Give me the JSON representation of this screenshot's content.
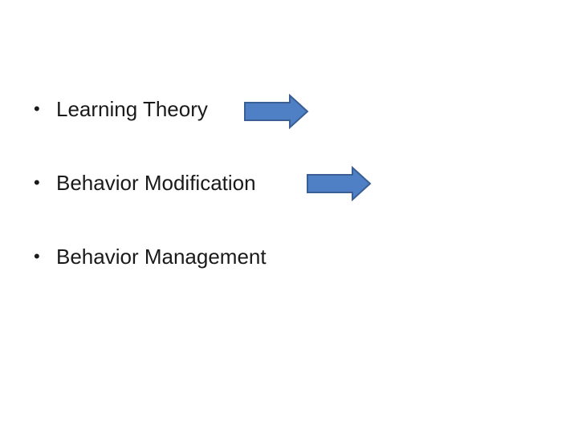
{
  "slide": {
    "bullet_symbol": "•",
    "items": [
      {
        "label": "Learning Theory",
        "has_arrow": true
      },
      {
        "label": "Behavior Modification",
        "has_arrow": true
      },
      {
        "label": "Behavior Management",
        "has_arrow": false
      }
    ],
    "arrow": {
      "icon": "right-arrow-icon",
      "fill_color": "#4f7fc4",
      "stroke_color": "#3a5f95"
    }
  }
}
